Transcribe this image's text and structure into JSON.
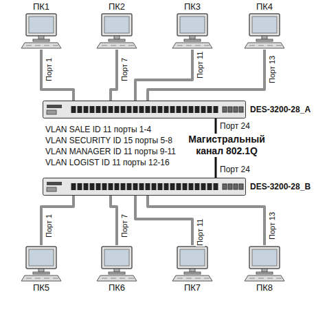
{
  "diagram": {
    "nodes": [
      {
        "text": [
          "ПК1"
        ]
      },
      {
        "text": [
          "ПК2"
        ]
      },
      {
        "text": [
          "ПК3"
        ]
      },
      {
        "text": [
          "ПК4"
        ]
      },
      {
        "text": [
          "DES-3200-28_A"
        ]
      },
      {
        "text": [
          "DES-3200-28_B"
        ]
      },
      {
        "text": [
          "ПК5"
        ]
      },
      {
        "text": [
          "ПК6"
        ]
      },
      {
        "text": [
          "ПК7"
        ]
      },
      {
        "text": [
          "ПК8"
        ]
      }
    ],
    "edges": [
      {
        "from": 0,
        "to": 4,
        "arrow": "none",
        "label": "Порт 1"
      },
      {
        "from": 1,
        "to": 4,
        "arrow": "none",
        "label": "Порт 7"
      },
      {
        "from": 2,
        "to": 4,
        "arrow": "none",
        "label": "Порт 11"
      },
      {
        "from": 3,
        "to": 4,
        "arrow": "none",
        "label": "Порт 13"
      },
      {
        "from": 4,
        "to": 5,
        "arrow": "none",
        "label": "Магистральный канал 802.1Q"
      },
      {
        "from": 6,
        "to": 5,
        "arrow": "none",
        "label": "Порт 1"
      },
      {
        "from": 7,
        "to": 5,
        "arrow": "none",
        "label": "Порт 7"
      },
      {
        "from": 8,
        "to": 5,
        "arrow": "none",
        "label": "Порт 11"
      },
      {
        "from": 9,
        "to": 5,
        "arrow": "none",
        "label": "Порт 13"
      }
    ],
    "labels": [
      "Порт 24",
      "VLAN SALE ID 11 порты 1-4",
      "VLAN SECURITY ID 15 порты 5-8",
      "VLAN MANAGER ID 11 порты 9-11",
      "VLAN LOGIST ID 11 порты 12-16",
      "Порт 24"
    ]
  }
}
